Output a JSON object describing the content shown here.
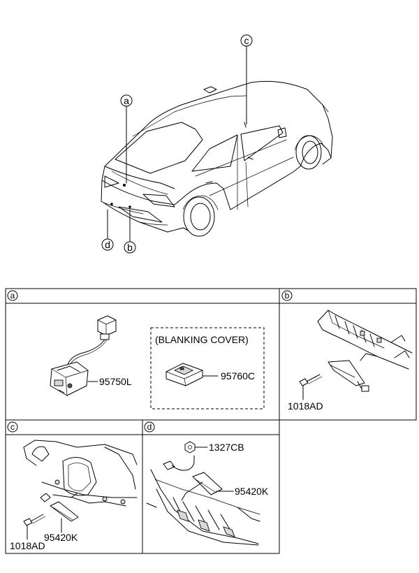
{
  "callouts": {
    "a": "a",
    "b": "b",
    "c": "c",
    "d": "d"
  },
  "panels": {
    "a": {
      "tag": "a",
      "blanking_cover": "(BLANKING COVER)",
      "part_camera": "95750L",
      "part_cover": "95760C"
    },
    "b": {
      "tag": "b",
      "part_screw": "1018AD"
    },
    "c": {
      "tag": "c",
      "part_sensor": "95420K",
      "part_screw": "1018AD"
    },
    "d": {
      "tag": "d",
      "part_nut": "1327CB",
      "part_sensor": "95420K"
    }
  }
}
